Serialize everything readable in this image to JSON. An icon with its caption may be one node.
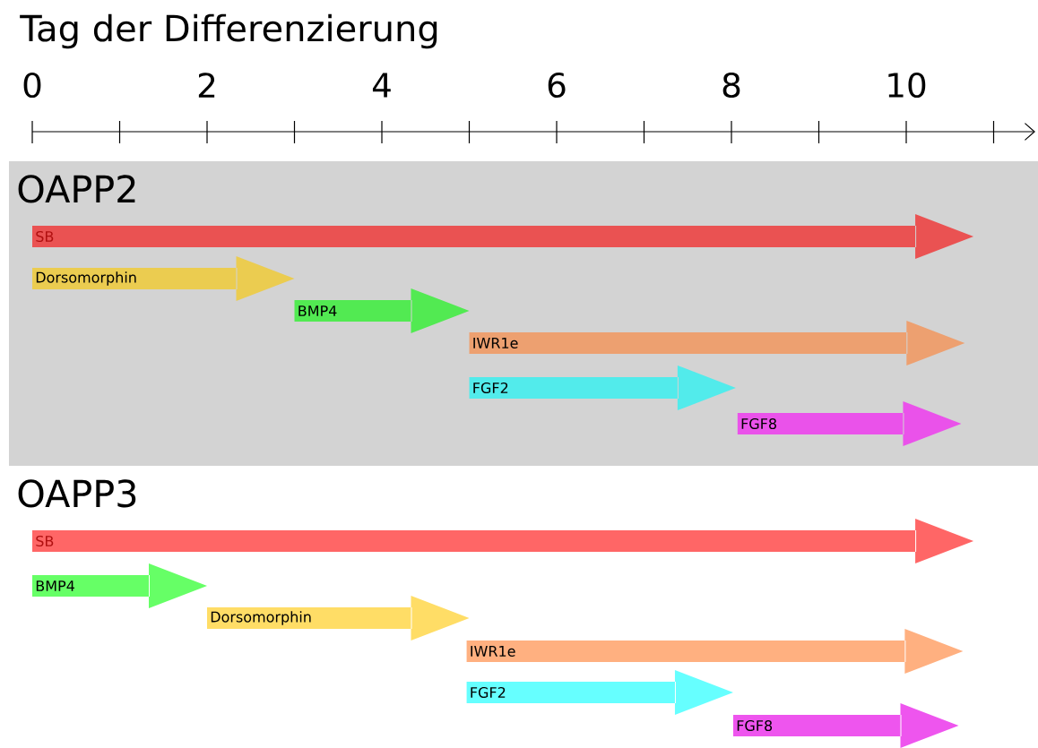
{
  "diagram": {
    "title": "Tag der Differenzierung",
    "nodes": [
      {
        "text": [
          "OAPP2"
        ]
      },
      {
        "text": [
          "SB"
        ],
        "in": 0
      },
      {
        "text": [
          "Dorsomorphin"
        ],
        "in": 0
      },
      {
        "text": [
          "BMP4"
        ],
        "in": 0
      },
      {
        "text": [
          "IWR1e"
        ],
        "in": 0
      },
      {
        "text": [
          "FGF2"
        ],
        "in": 0
      },
      {
        "text": [
          "FGF8"
        ],
        "in": 0
      },
      {
        "text": [
          "SB"
        ]
      },
      {
        "text": [
          "BMP4"
        ]
      },
      {
        "text": [
          "Dorsomorphin"
        ]
      },
      {
        "text": [
          "IWR1e"
        ]
      },
      {
        "text": [
          "FGF2"
        ]
      },
      {
        "text": [
          "FGF8"
        ]
      }
    ],
    "labels": [
      "0",
      "2",
      "4",
      "6",
      "8",
      "10",
      "OAPP3"
    ]
  }
}
